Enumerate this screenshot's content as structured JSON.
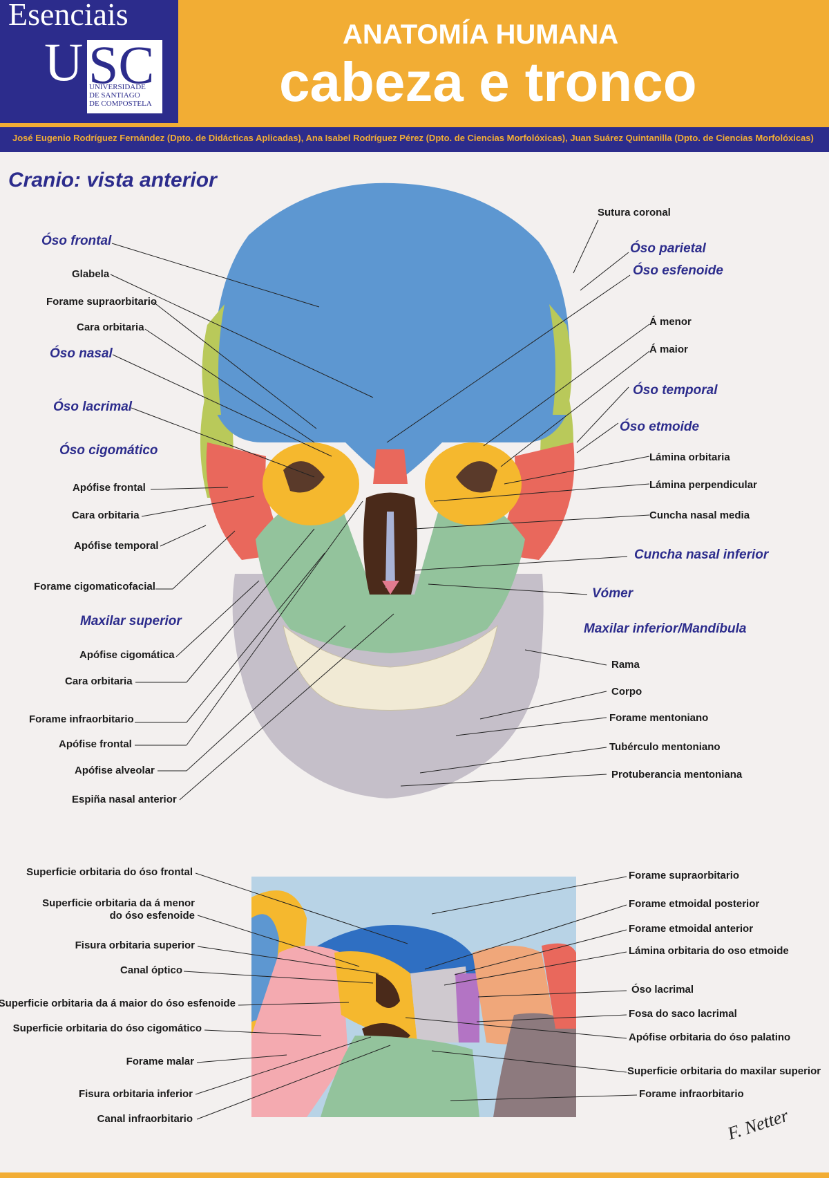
{
  "logo": {
    "word": "Esenciais",
    "u": "U",
    "sc": "SC",
    "subtitle": [
      "UNIVERSIDADE",
      "DE SANTIAGO",
      "DE COMPOSTELA"
    ]
  },
  "header": {
    "title_top": "ANATOMÍA HUMANA",
    "title_main": "cabeza e tronco"
  },
  "authors": "José Eugenio Rodríguez Fernández (Dpto. de Didácticas Aplicadas), Ana Isabel Rodríguez Pérez (Dpto. de Ciencias Morfolóxicas), Juan Suárez Quintanilla (Dpto. de Ciencias Morfolóxicas)",
  "section_title": "Cranio: vista anterior",
  "skull_labels_left": [
    {
      "text": "Óso frontal",
      "bold": true
    },
    {
      "text": "Glabela",
      "bold": false
    },
    {
      "text": "Forame supraorbitario",
      "bold": false
    },
    {
      "text": "Cara orbitaria",
      "bold": false
    },
    {
      "text": "Óso nasal",
      "bold": true
    },
    {
      "text": "Óso lacrimal",
      "bold": true
    },
    {
      "text": "Óso cigomático",
      "bold": true
    },
    {
      "text": "Apófise frontal",
      "bold": false
    },
    {
      "text": "Cara orbitaria",
      "bold": false
    },
    {
      "text": "Apófise temporal",
      "bold": false
    },
    {
      "text": "Forame cigomaticofacial",
      "bold": false
    },
    {
      "text": "Maxilar superior",
      "bold": true
    },
    {
      "text": "Apófise cigomática",
      "bold": false
    },
    {
      "text": "Cara orbitaria",
      "bold": false
    },
    {
      "text": "Forame infraorbitario",
      "bold": false
    },
    {
      "text": "Apófise frontal",
      "bold": false
    },
    {
      "text": "Apófise alveolar",
      "bold": false
    },
    {
      "text": "Espiña nasal anterior",
      "bold": false
    }
  ],
  "skull_labels_right": [
    {
      "text": "Sutura coronal",
      "bold": false
    },
    {
      "text": "Óso parietal",
      "bold": true
    },
    {
      "text": "Óso esfenoide",
      "bold": true
    },
    {
      "text": "Á menor",
      "bold": false
    },
    {
      "text": "Á maior",
      "bold": false
    },
    {
      "text": "Óso temporal",
      "bold": true
    },
    {
      "text": "Óso etmoide",
      "bold": true
    },
    {
      "text": "Lámina orbitaria",
      "bold": false
    },
    {
      "text": "Lámina perpendicular",
      "bold": false
    },
    {
      "text": "Cuncha nasal media",
      "bold": false
    },
    {
      "text": "Cuncha nasal inferior",
      "bold": true
    },
    {
      "text": "Vómer",
      "bold": true
    },
    {
      "text": "Maxilar inferior/Mandíbula",
      "bold": true
    },
    {
      "text": "Rama",
      "bold": false
    },
    {
      "text": "Corpo",
      "bold": false
    },
    {
      "text": "Forame mentoniano",
      "bold": false
    },
    {
      "text": "Tubérculo mentoniano",
      "bold": false
    },
    {
      "text": "Protuberancia mentoniana",
      "bold": false
    }
  ],
  "orbit_labels_left": [
    "Superficie orbitaria do óso frontal",
    "Superficie orbitaria da á menor\ndo óso esfenoide",
    "Fisura orbitaria superior",
    "Canal óptico",
    "Superficie orbitaria da á maior do óso esfenoide",
    "Superficie orbitaria do óso cigomático",
    "Forame malar",
    "Fisura orbitaria inferior",
    "Canal infraorbitario"
  ],
  "orbit_labels_right": [
    "Forame supraorbitario",
    "Forame etmoidal posterior",
    "Forame etmoidal anterior",
    "Lámina orbitaria do oso etmoide",
    "Óso lacrimal",
    "Fosa do saco lacrimal",
    "Apófise orbitaria do óso palatino",
    "Superficie orbitaria do maxilar superior",
    "Forame infraorbitario"
  ],
  "colors": {
    "header_yellow": "#f2ad34",
    "brand_blue": "#2c2c8c",
    "frontal_blue": "#5d97d1",
    "zygomatic_red": "#e9685c",
    "maxilla_green": "#93c39c",
    "mandible_grey": "#c5bfc9",
    "sphenoid_yellow": "#f5b82e",
    "temporal_green": "#b9c95a"
  }
}
